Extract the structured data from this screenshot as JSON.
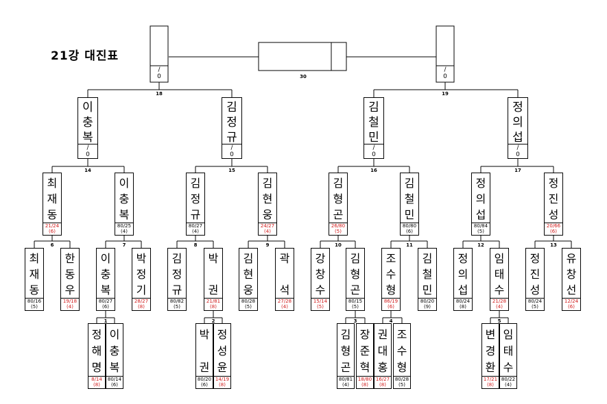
{
  "title": "21강 대진표",
  "final": {
    "label": "30"
  },
  "semifinals": [
    {
      "label": "18",
      "score": "/",
      "sub": "0"
    },
    {
      "label": "19",
      "score": "/",
      "sub": "0"
    }
  ],
  "quarterfinals": [
    {
      "name": [
        "이",
        "충",
        "복"
      ],
      "score": "/",
      "sub": "0"
    },
    {
      "name": [
        "김",
        "정",
        "규"
      ],
      "score": "/",
      "sub": "0"
    },
    {
      "name": [
        "김",
        "철",
        "민"
      ],
      "score": "/",
      "sub": "0"
    },
    {
      "name": [
        "정",
        "의",
        "섭"
      ],
      "score": "/",
      "sub": "0"
    }
  ],
  "r8_labels": [
    "14",
    "15",
    "16",
    "17"
  ],
  "round16": [
    {
      "name": [
        "최",
        "재",
        "동"
      ],
      "score": "21/24",
      "sub": "(6)",
      "red": true
    },
    {
      "name": [
        "이",
        "충",
        "복"
      ],
      "score": "80/25",
      "sub": "(4)",
      "red": false
    },
    {
      "name": [
        "김",
        "정",
        "규"
      ],
      "score": "80/27",
      "sub": "(4)",
      "red": false
    },
    {
      "name": [
        "김",
        "현",
        "웅"
      ],
      "score": "24/27",
      "sub": "(4)",
      "red": true
    },
    {
      "name": [
        "김",
        "형",
        "곤"
      ],
      "score": "26/80",
      "sub": "(5)",
      "red": true
    },
    {
      "name": [
        "김",
        "철",
        "민"
      ],
      "score": "80/80",
      "sub": "(6)",
      "red": false
    },
    {
      "name": [
        "정",
        "의",
        "섭"
      ],
      "score": "80/84",
      "sub": "(5)",
      "red": false
    },
    {
      "name": [
        "정",
        "진",
        "성"
      ],
      "score": "20/66",
      "sub": "(6)",
      "red": true
    }
  ],
  "r16_labels": [
    "6",
    "7",
    "8",
    "9",
    "10",
    "11",
    "12",
    "13"
  ],
  "round32": [
    {
      "name": [
        "최",
        "재",
        "동"
      ],
      "score": "80/16",
      "sub": "(5)",
      "red": false
    },
    {
      "name": [
        "한",
        "동",
        "우"
      ],
      "score": "19/18",
      "sub": "(4)",
      "red": true
    },
    {
      "name": [
        "이",
        "충",
        "복"
      ],
      "score": "80/27",
      "sub": "(6)",
      "red": false
    },
    {
      "name": [
        "박",
        "정",
        "기"
      ],
      "score": "28/27",
      "sub": "(8)",
      "red": true
    },
    {
      "name": [
        "김",
        "정",
        "규"
      ],
      "score": "80/82",
      "sub": "(5)",
      "red": false
    },
    {
      "name": [
        "박",
        "",
        "권"
      ],
      "score": "21/81",
      "sub": "(8)",
      "red": true
    },
    {
      "name": [
        "김",
        "현",
        "웅"
      ],
      "score": "80/28",
      "sub": "(5)",
      "red": false
    },
    {
      "name": [
        "곽",
        "",
        "석"
      ],
      "score": "27/28",
      "sub": "(4)",
      "red": true
    },
    {
      "name": [
        "강",
        "창",
        "수"
      ],
      "score": "15/14",
      "sub": "(5)",
      "red": true
    },
    {
      "name": [
        "김",
        "형",
        "곤"
      ],
      "score": "80/15",
      "sub": "(5)",
      "red": false
    },
    {
      "name": [
        "조",
        "수",
        "형"
      ],
      "score": "86/19",
      "sub": "(6)",
      "red": true
    },
    {
      "name": [
        "김",
        "철",
        "민"
      ],
      "score": "80/20",
      "sub": "(9)",
      "red": false
    },
    {
      "name": [
        "정",
        "의",
        "섭"
      ],
      "score": "80/24",
      "sub": "(8)",
      "red": false
    },
    {
      "name": [
        "임",
        "태",
        "수"
      ],
      "score": "21/28",
      "sub": "(4)",
      "red": true
    },
    {
      "name": [
        "정",
        "진",
        "성"
      ],
      "score": "80/24",
      "sub": "(5)",
      "red": false
    },
    {
      "name": [
        "유",
        "창",
        "선"
      ],
      "score": "12/24",
      "sub": "(6)",
      "red": true
    }
  ],
  "prelim_labels": [
    "1",
    "2",
    "3",
    "4",
    "5"
  ],
  "prelims": [
    {
      "name": [
        "정",
        "해",
        "명"
      ],
      "score": "8/14",
      "sub": "(8)",
      "red": true
    },
    {
      "name": [
        "이",
        "충",
        "복"
      ],
      "score": "80/14",
      "sub": "(6)",
      "red": false
    },
    {
      "name": [
        "박",
        "",
        "권"
      ],
      "score": "80/20",
      "sub": "(6)",
      "red": false
    },
    {
      "name": [
        "정",
        "성",
        "윤"
      ],
      "score": "14/19",
      "sub": "(8)",
      "red": true
    },
    {
      "name": [
        "김",
        "형",
        "곤"
      ],
      "score": "80/81",
      "sub": "(4)",
      "red": false
    },
    {
      "name": [
        "장",
        "준",
        "혁"
      ],
      "score": "18/80",
      "sub": "(8)",
      "red": true
    },
    {
      "name": [
        "권",
        "대",
        "홍"
      ],
      "score": "16/27",
      "sub": "(8)",
      "red": true
    },
    {
      "name": [
        "조",
        "수",
        "형"
      ],
      "score": "80/28",
      "sub": "(5)",
      "red": false
    },
    {
      "name": [
        "변",
        "경",
        "환"
      ],
      "score": "17/21",
      "sub": "(8)",
      "red": true
    },
    {
      "name": [
        "임",
        "태",
        "수"
      ],
      "score": "80/22",
      "sub": "(4)",
      "red": false
    }
  ]
}
